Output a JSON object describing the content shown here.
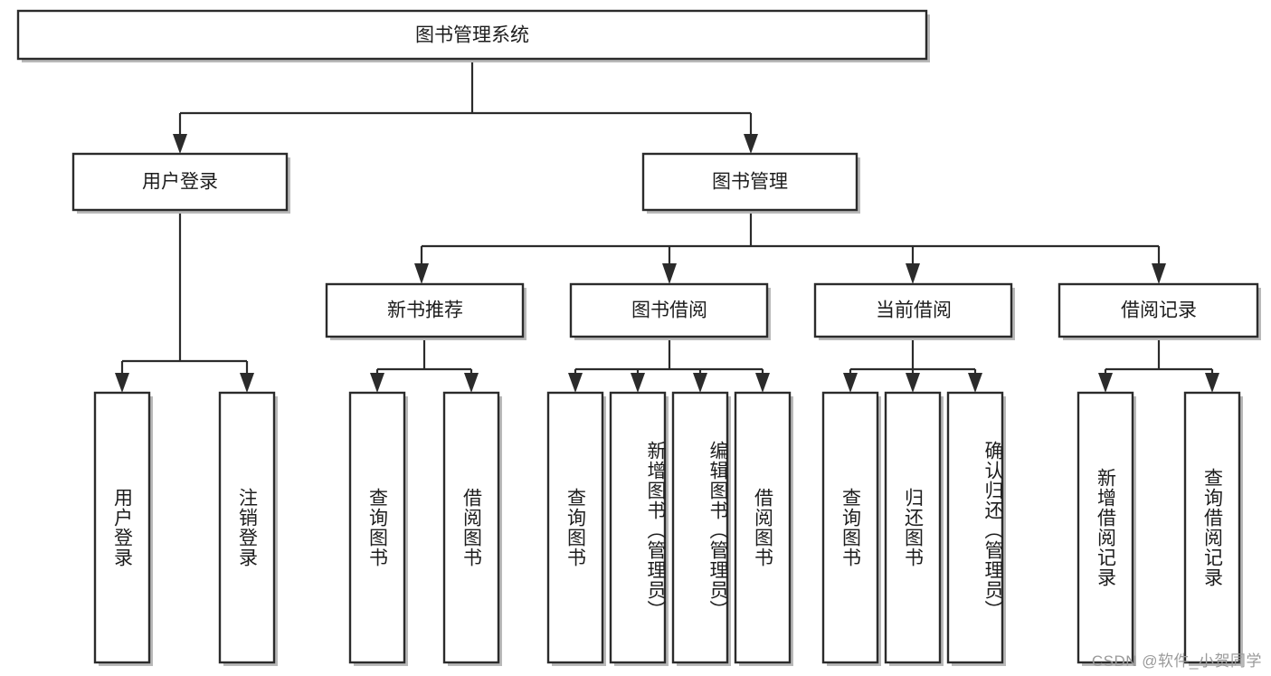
{
  "diagram": {
    "title": "图书管理系统",
    "watermark": "CSDN @软件_小贺同学",
    "colors": {
      "box_stroke": "#2b2b2b",
      "box_fill": "#ffffff",
      "connector": "#2b2b2b",
      "text": "#1d1d1d",
      "watermark": "#9a9a9a",
      "background": "#ffffff"
    },
    "root": {
      "label": "图书管理系统"
    },
    "level2": [
      {
        "label": "用户登录"
      },
      {
        "label": "图书管理"
      }
    ],
    "level3": [
      {
        "label": "新书推荐"
      },
      {
        "label": "图书借阅"
      },
      {
        "label": "当前借阅"
      },
      {
        "label": "借阅记录"
      }
    ],
    "leaves": {
      "user_login": [
        {
          "label": "用户登录"
        },
        {
          "label": "注销登录"
        }
      ],
      "new_book_recommend": [
        {
          "label": "查询图书"
        },
        {
          "label": "借阅图书"
        }
      ],
      "book_borrow": [
        {
          "label": "查询图书"
        },
        {
          "label": "新增图书（管理员）"
        },
        {
          "label": "编辑图书（管理员）"
        },
        {
          "label": "借阅图书"
        }
      ],
      "current_borrow": [
        {
          "label": "查询图书"
        },
        {
          "label": "归还图书"
        },
        {
          "label": "确认归还（管理员）"
        }
      ],
      "borrow_record": [
        {
          "label": "新增借阅记录"
        },
        {
          "label": "查询借阅记录"
        }
      ]
    }
  }
}
